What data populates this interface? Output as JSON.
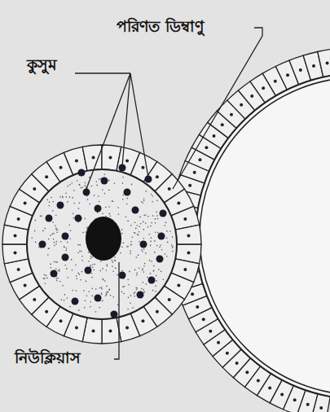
{
  "diagram": {
    "labels": [
      "পরিণত ডিম্বাণু",
      "কুসুম",
      "নিউক্লিয়াস"
    ]
  }
}
